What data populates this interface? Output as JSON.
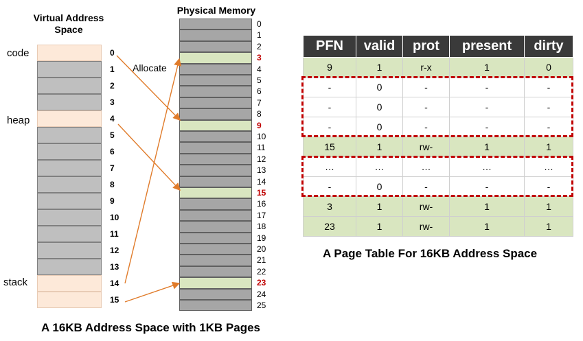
{
  "virtual": {
    "title": "Virtual Address Space",
    "labels": {
      "code": "code",
      "heap": "heap",
      "stack": "stack"
    },
    "page_numbers": [
      "0",
      "1",
      "2",
      "3",
      "4",
      "5",
      "6",
      "7",
      "8",
      "9",
      "10",
      "11",
      "12",
      "13",
      "14",
      "15"
    ],
    "used_pages": [
      0,
      4,
      14,
      15
    ]
  },
  "physical": {
    "title": "Physical Memory",
    "frame_numbers": [
      "0",
      "1",
      "2",
      "3",
      "4",
      "5",
      "6",
      "7",
      "8",
      "9",
      "10",
      "11",
      "12",
      "13",
      "14",
      "15",
      "16",
      "17",
      "18",
      "19",
      "20",
      "21",
      "22",
      "23",
      "24",
      "25"
    ],
    "allocated_frames": [
      3,
      9,
      15,
      23
    ],
    "allocate_label": "Allocate"
  },
  "caption_left": "A 16KB Address Space with 1KB Pages",
  "page_table": {
    "headers": [
      "PFN",
      "valid",
      "prot",
      "present",
      "dirty"
    ],
    "rows": [
      [
        "9",
        "1",
        "r-x",
        "1",
        "0"
      ],
      [
        "-",
        "0",
        "-",
        "-",
        "-"
      ],
      [
        "-",
        "0",
        "-",
        "-",
        "-"
      ],
      [
        "-",
        "0",
        "-",
        "-",
        "-"
      ],
      [
        "15",
        "1",
        "rw-",
        "1",
        "1"
      ],
      [
        "…",
        "…",
        "…",
        "…",
        "…"
      ],
      [
        "-",
        "0",
        "-",
        "-",
        "-"
      ],
      [
        "3",
        "1",
        "rw-",
        "1",
        "1"
      ],
      [
        "23",
        "1",
        "rw-",
        "1",
        "1"
      ]
    ],
    "valid_rows": [
      0,
      4,
      7,
      8
    ],
    "caption": "A Page Table For 16KB Address Space"
  },
  "colors": {
    "page_used": "#fde9d9",
    "page_unused": "#bfbfbf",
    "frame_allocated": "#d9e6c0",
    "frame_free": "#a6a6a6",
    "arrow": "#e07b2a",
    "dash": "#c00000",
    "header_bg": "#3a3a3a"
  }
}
